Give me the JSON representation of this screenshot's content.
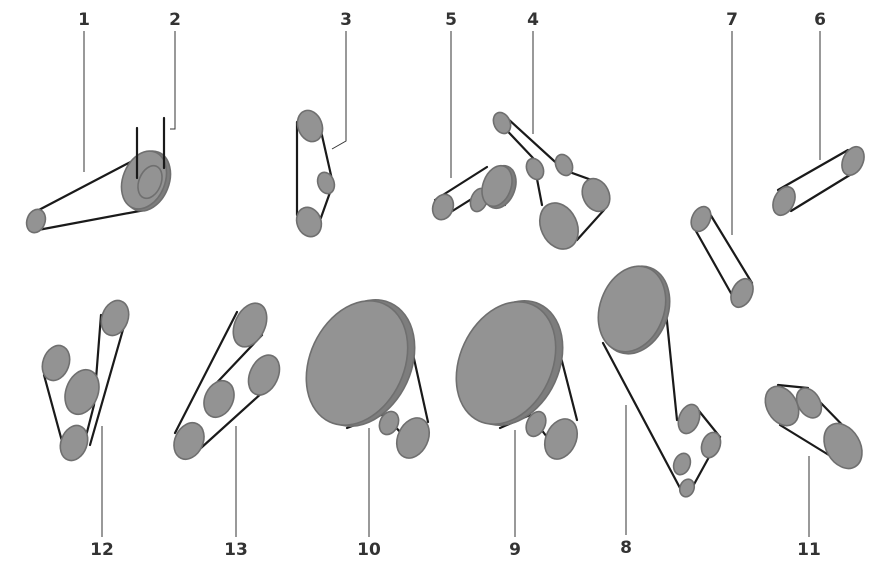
{
  "figure": {
    "callout_labels": [
      "1",
      "2",
      "3",
      "4",
      "5",
      "6",
      "7",
      "8",
      "9",
      "10",
      "11",
      "12",
      "13"
    ]
  },
  "colors": {
    "pulley_fill": "#939393",
    "pulley_edge": "#6f6f6f",
    "belt": "#1a1a1a",
    "leader_line": "#333333"
  }
}
